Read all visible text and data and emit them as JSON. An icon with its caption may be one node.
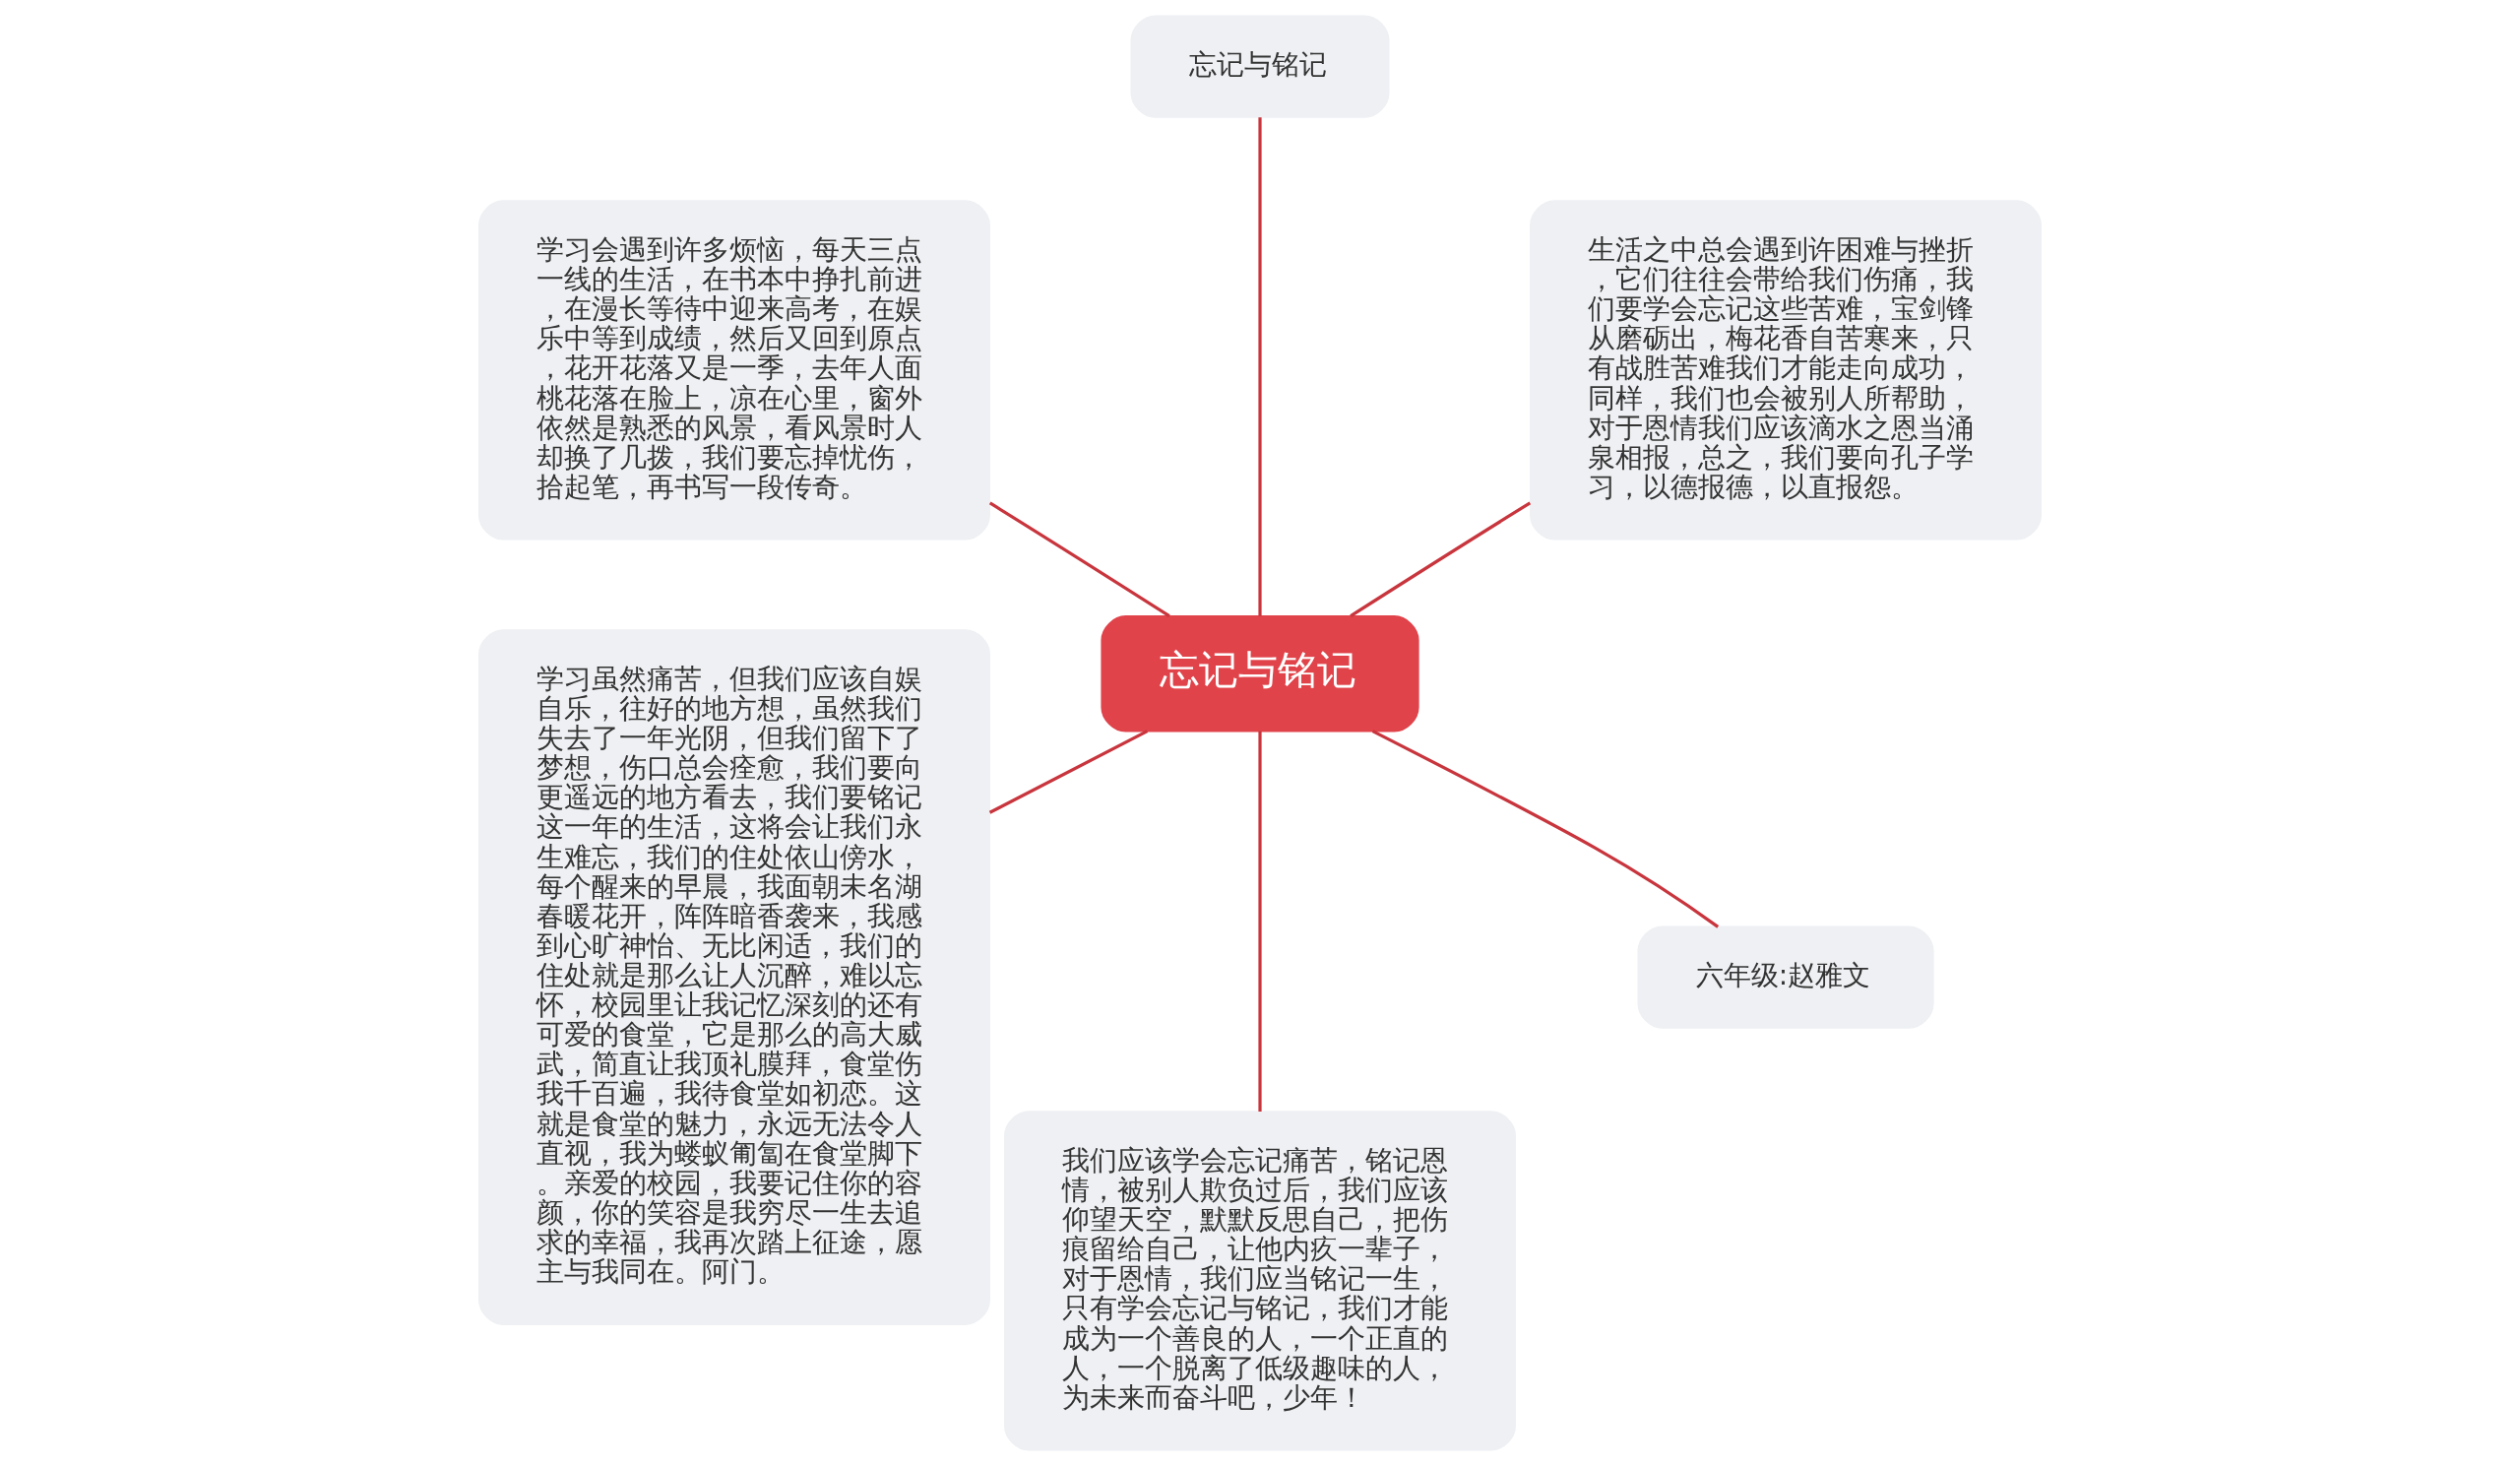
{
  "diagram": {
    "nodes": [
      {
        "text": [
          "忘记与铭记"
        ]
      },
      {
        "text": [
          "生活之中总会遇到许困难与挫折，它们往往会带给我们伤痛，我们要学会忘记这些苦难，宝剑锋从磨砺出，梅花香自苦寒来，只有战胜苦难我们才能走向成功，同样，我们也会被别人所帮助，对于恩情我们应该滴水之恩当涌泉相报，总之，我们要向孔子学习，以德报德，以直报怨。"
        ]
      },
      {
        "text": [
          "忘记与铭记"
        ]
      },
      {
        "text": [
          "学习会遇到许多烦恼，每天三点一线的生活，在书本中挣扎前进，在漫长等待中迎来高考，在娱乐中等到成绩，然后又回到原点，花开花落又是一季，去年人面桃花落在脸上，凉在心里，窗外依然是熟悉的风景，看风景时人却换了几拨，我们要忘掉忧伤，拾起笔，再书写一段传奇。"
        ]
      },
      {
        "text": [
          "学习虽然痛苦，但我们应该自娱自乐，往好的地方想，虽然我们失去了一年光阴，但我们留下了梦想，伤口总会痊愈，我们要向更遥远的地方看去，我们要铭记这一年的生活，这将会让我们永生难忘，我们的住处依山傍水，每个醒来的早晨，我面朝未名湖春暖花开，阵阵暗香袭来，我感到心旷神怡、无比闲适，我们的住处就是那么让人沉醉，难以忘怀，校园里让我记忆深刻的还有可爱的食堂，它是那么的高大威武，简直让我顶礼膜拜，食堂伤我千百遍，我待食堂如初恋。这就是食堂的魅力，永远无法令人直视，我为蝼蚁匍匐在食堂脚下。亲爱的校园，我要记住你的容颜，你的笑容是我穷尽一生去追求的幸福，我再次踏上征途，愿主与我同在。阿门。"
        ]
      },
      {
        "text": [
          "我们应该学会忘记痛苦，铭记恩情，被别人欺负过后，我们应该仰望天空，默默反思自己，把伤痕留给自己，让他内疚一辈子，对于恩情，我们应当铭记一生，只有学会忘记与铭记，我们才能成为一个善良的人，一个正直的人，一个脱离了低级趣味的人，为未来而奋斗吧，少年！"
        ]
      },
      {
        "text": [
          "六年级:赵雅文"
        ]
      }
    ],
    "edges": [
      {
        "from": 0,
        "to": 1,
        "arrow": "none"
      },
      {
        "from": 0,
        "to": 2,
        "arrow": "none"
      },
      {
        "from": 0,
        "to": 3,
        "arrow": "none"
      },
      {
        "from": 0,
        "to": 4,
        "arrow": "none"
      },
      {
        "from": 0,
        "to": 5,
        "arrow": "none"
      },
      {
        "from": 0,
        "to": 6,
        "arrow": "none"
      }
    ]
  }
}
